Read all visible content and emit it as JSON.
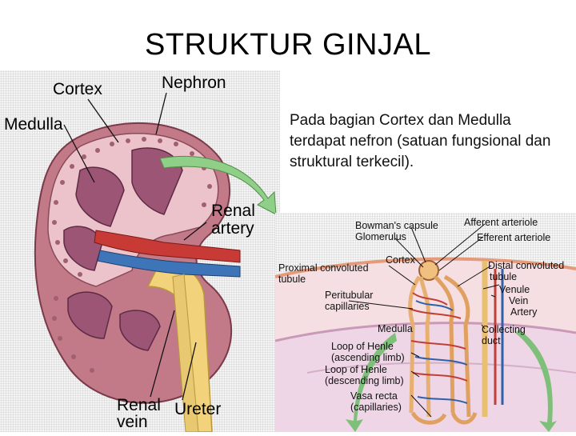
{
  "slide": {
    "title": "STRUKTUR  GINJAL",
    "body": "Pada bagian Cortex dan Medulla terdapat nefron (satuan fungsional dan struktural terkecil)."
  },
  "kidney_figure": {
    "labels": {
      "cortex": "Cortex",
      "nephron": "Nephron",
      "medulla": "Medulla",
      "renal_artery_1": "Renal",
      "renal_artery_2": "artery",
      "renal_vein_1": "Renal",
      "renal_vein_2": "vein",
      "ureter": "Ureter"
    },
    "colors": {
      "outer": "#c07080",
      "cortex": "#e8b8c0",
      "pyramid": "#9a5070",
      "artery": "#c0302e",
      "vein": "#3a6fb0",
      "ureter": "#f2d27a",
      "arrow": "#7fbf7a"
    }
  },
  "nephron_figure": {
    "labels": {
      "bowmans_capsule": "Bowman's capsule",
      "glomerulus": "Glomerulus",
      "afferent_arteriole": "Afferent arteriole",
      "efferent_arteriole": "Efferent arteriole",
      "proximal_1": "Proximal convoluted",
      "proximal_2": "tubule",
      "cortex": "Cortex",
      "distal_1": "Distal convoluted",
      "distal_2": "tubule",
      "venule": "Venule",
      "vein": "Vein",
      "artery": "Artery",
      "peritubular_1": "Peritubular",
      "peritubular_2": "capillaries",
      "medulla": "Medulla",
      "collecting_1": "Collecting",
      "collecting_2": "duct",
      "henle_asc_1": "Loop of Henle",
      "henle_asc_2": "(ascending limb)",
      "henle_desc_1": "Loop of Henle",
      "henle_desc_2": "(descending limb)",
      "vasa_1": "Vasa recta",
      "vasa_2": "(capillaries)"
    }
  }
}
